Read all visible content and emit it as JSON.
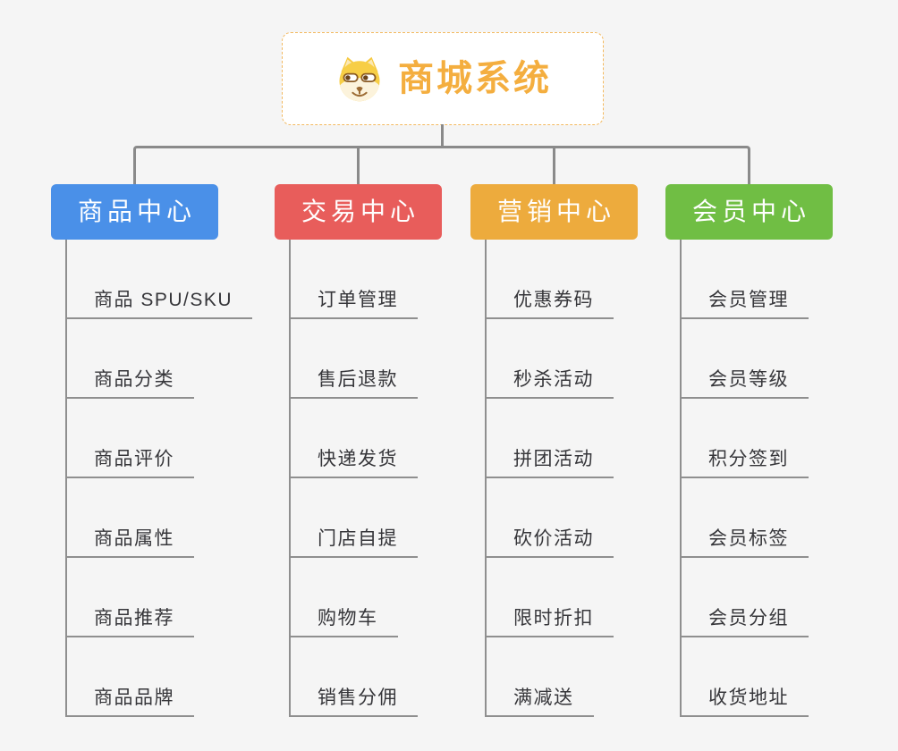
{
  "root": {
    "title": "商城系统",
    "icon": "dog-face-icon",
    "accent": "#f4ae3f",
    "border_color": "#f3b95f"
  },
  "branches": [
    {
      "label": "商品中心",
      "color": "#4a90e8",
      "children": [
        "商品 SPU/SKU",
        "商品分类",
        "商品评价",
        "商品属性",
        "商品推荐",
        "商品品牌"
      ]
    },
    {
      "label": "交易中心",
      "color": "#e85d5b",
      "children": [
        "订单管理",
        "售后退款",
        "快递发货",
        "门店自提",
        "购物车",
        "销售分佣"
      ]
    },
    {
      "label": "营销中心",
      "color": "#edab3d",
      "children": [
        "优惠券码",
        "秒杀活动",
        "拼团活动",
        "砍价活动",
        "限时折扣",
        "满减送"
      ]
    },
    {
      "label": "会员中心",
      "color": "#70be44",
      "children": [
        "会员管理",
        "会员等级",
        "积分签到",
        "会员标签",
        "会员分组",
        "收货地址"
      ]
    }
  ],
  "connector_color": "#8a8a8a"
}
